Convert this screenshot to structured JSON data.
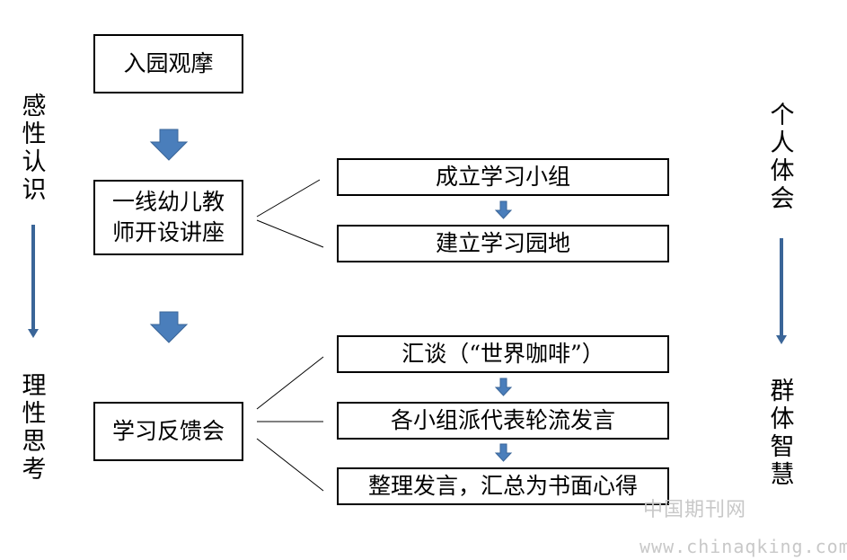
{
  "diagram": {
    "left_top_label": "感性认识",
    "left_bottom_label": "理性思考",
    "right_top_label": "个人体会",
    "right_bottom_label": "群体智慧",
    "step1": "入园观摩",
    "step2": "一线幼儿教师开设讲座",
    "step3": "学习反馈会",
    "branch_a1": "成立学习小组",
    "branch_a2": "建立学习园地",
    "branch_b1": "汇谈（“世界咖啡”）",
    "branch_b2": "各小组派代表轮流发言",
    "branch_b3": "整理发言，汇总为书面心得"
  },
  "watermark": {
    "cn": "中国期刊网",
    "url": "www.chinaqking.com"
  },
  "colors": {
    "arrow_fill": "#4a7ebb",
    "arrow_stroke": "#3a6598",
    "line": "#000000",
    "watermark": "#c8c8c8"
  }
}
